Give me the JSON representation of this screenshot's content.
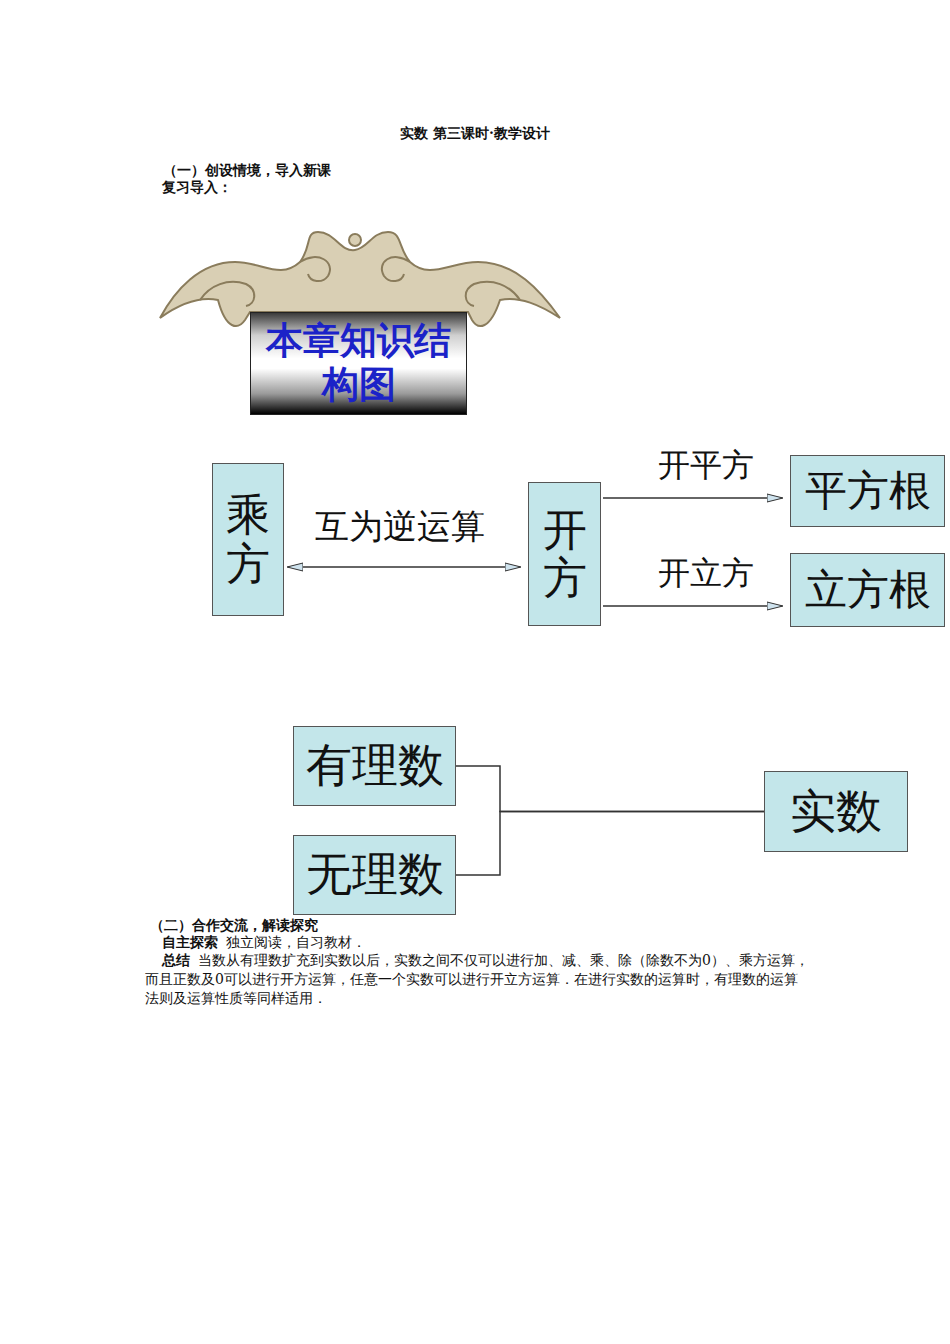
{
  "diagram": {
    "title": "实数 第三课时·教学设计",
    "nodes": [
      {
        "text": [
          "本章知识结构图"
        ]
      },
      {
        "text": [
          "乘方"
        ]
      },
      {
        "text": [
          "开方"
        ]
      },
      {
        "text": [
          "平方根"
        ]
      },
      {
        "text": [
          "立方根"
        ]
      },
      {
        "text": [
          "有理数"
        ]
      },
      {
        "text": [
          "无理数"
        ]
      },
      {
        "text": [
          "实数"
        ]
      }
    ],
    "edges": [
      {
        "from": 1,
        "to": 2,
        "label": "互为逆运算",
        "arrow": "both"
      },
      {
        "from": 2,
        "to": 3,
        "label": "开平方",
        "arrow": "to"
      },
      {
        "from": 2,
        "to": 4,
        "label": "开立方",
        "arrow": "to"
      },
      {
        "from": 5,
        "to": 7,
        "arrow": "none"
      },
      {
        "from": 6,
        "to": 7,
        "arrow": "none"
      }
    ],
    "labels": [
      "（一）创设情境，导入新课",
      "复习导入：",
      "（二）合作交流，解读探究",
      "自主探索",
      "独立阅读，自习教材．",
      "总结",
      "当数从有理数扩充到实数以后，实数之间不仅可以进行加、减、乘、除（除数不为0）、乘方运算，而且正数及0可以进行开方运算，任意一个实数可以进行开立方运算．在进行实数的运算时，有理数的运算法则及运算性质等同样适用．"
    ]
  }
}
